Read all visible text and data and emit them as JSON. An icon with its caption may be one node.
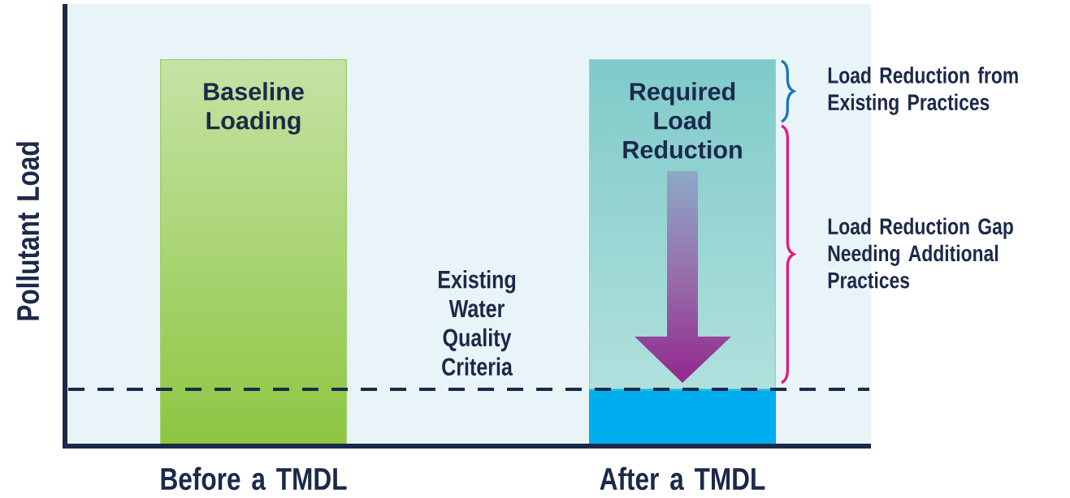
{
  "diagram": {
    "nodes": [
      {
        "text": [
          "Baseline Loading"
        ]
      },
      {
        "text": [
          "Required Load Reduction"
        ]
      },
      {
        "text": [],
        "shape": "bar"
      }
    ],
    "labels": [
      "Load Reduction from Existing Practices",
      "Load Reduction Gap Needing Additional Practices",
      "Existing Water Quality Criteria",
      "Pollutant Load",
      "Before a TMDL",
      "After a TMDL"
    ]
  }
}
